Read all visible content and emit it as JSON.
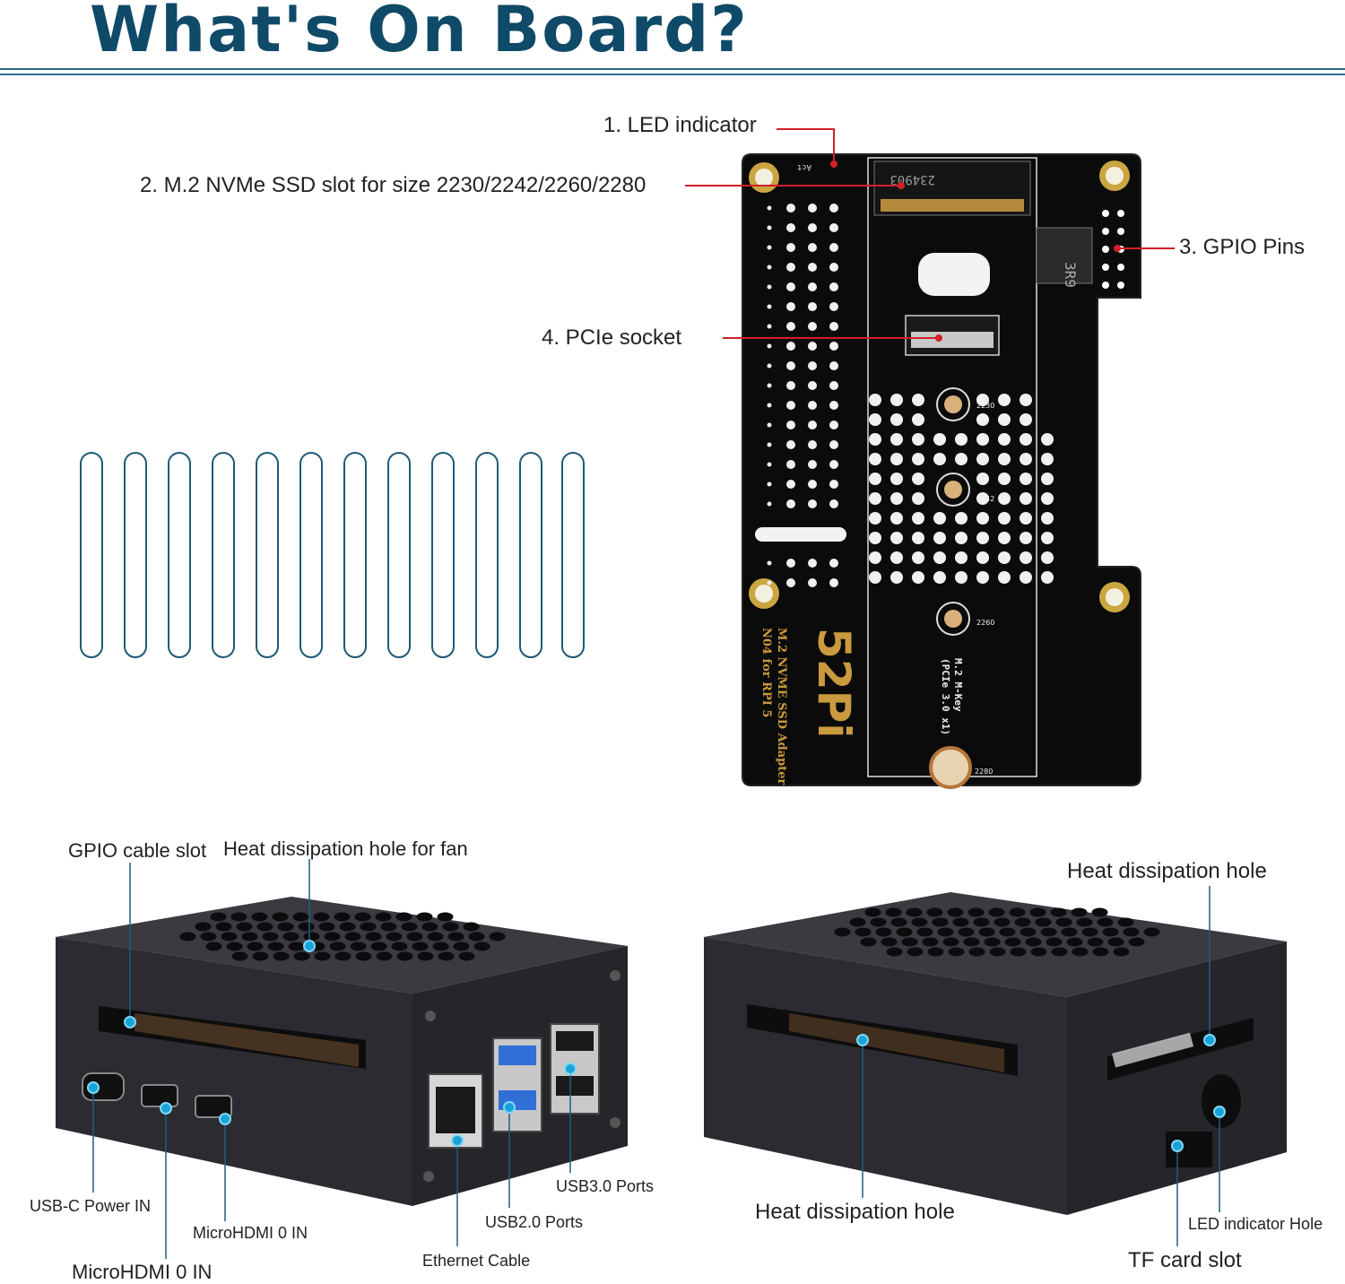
{
  "header": {
    "title": "What's On Board?"
  },
  "board": {
    "callouts": [
      {
        "label": "1. LED indicator"
      },
      {
        "label": "2. M.2 NVMe SSD slot for size 2230/2242/2260/2280"
      },
      {
        "label": "3. GPIO Pins"
      },
      {
        "label": "4. PCIe socket"
      }
    ],
    "silkscreen": {
      "brand": "52Pi",
      "product_line1": "M.2 NVME SSD Adapter",
      "product_line2": "N04 for RPI 5",
      "key_line1": "M.2 M-Key",
      "key_line2": "(PCIe 3.0 x1)",
      "size_2230": "2230",
      "size_2242": "2242",
      "size_2260": "2260",
      "size_2280": "2280",
      "act": "Act",
      "inductor": "3R9",
      "slot_code": "234903"
    }
  },
  "case_left": {
    "labels": {
      "gpio_cable_slot": "GPIO cable slot",
      "heat_fan": "Heat dissipation hole for fan",
      "usbc": "USB-C Power IN",
      "microhdmi_1": "MicroHDMI 0 IN",
      "microhdmi_0": "MicroHDMI 0 IN",
      "ethernet": "Ethernet Cable",
      "usb2": "USB2.0 Ports",
      "usb3": "USB3.0 Ports"
    }
  },
  "case_right": {
    "labels": {
      "heat_top": "Heat dissipation hole",
      "heat_bottom": "Heat dissipation hole",
      "led_hole": "LED indicator Hole",
      "tf_card": "TF card slot"
    }
  },
  "colors": {
    "title": "#0f4a68",
    "rule": "#2a6b86",
    "callout_line": "#d0202a",
    "leader_line": "#1f5e80",
    "marker": "#1aa3d9",
    "pcb": "#0b0b0b",
    "case": "#2a2a30"
  }
}
